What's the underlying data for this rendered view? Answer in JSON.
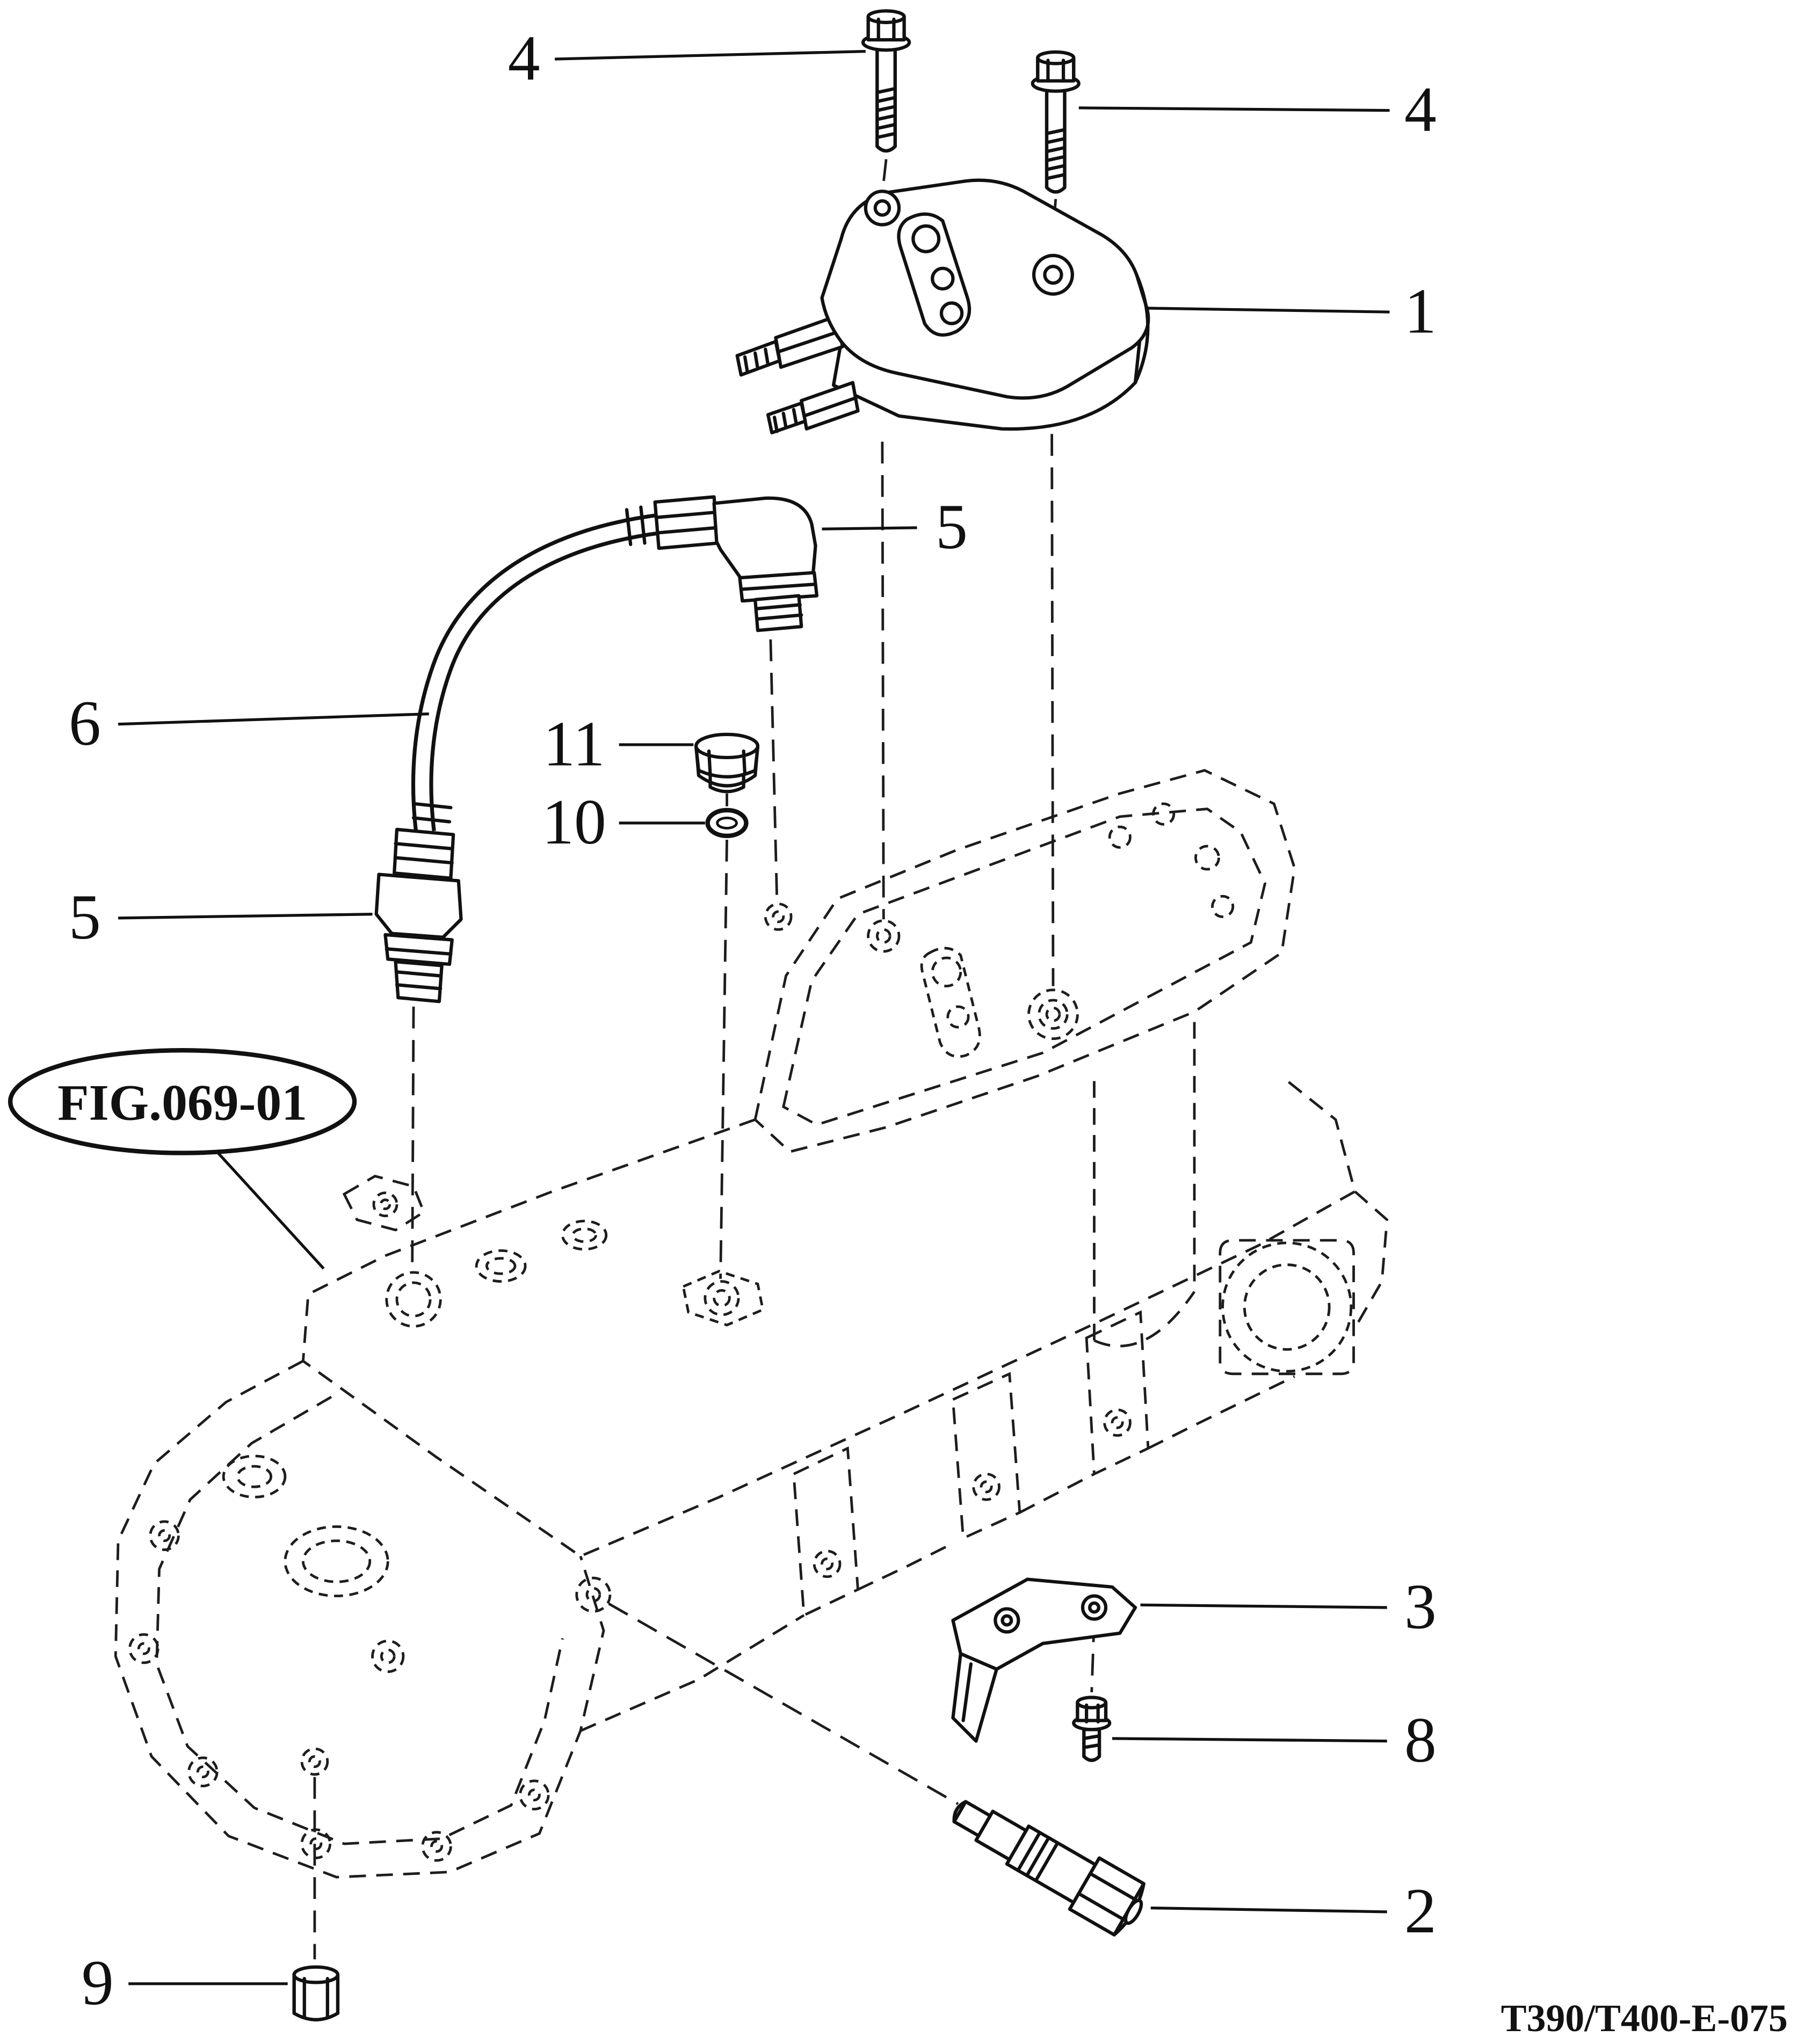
{
  "figure": {
    "ref": "FIG.069-01",
    "drawing_code": "T390/T400-E-075"
  },
  "colors": {
    "line": "#1d1d1d",
    "background": "#ffffff"
  },
  "callouts": [
    {
      "label": "4"
    },
    {
      "label": "4"
    },
    {
      "label": "1"
    },
    {
      "label": "5"
    },
    {
      "label": "6"
    },
    {
      "label": "11"
    },
    {
      "label": "10"
    },
    {
      "label": "5"
    },
    {
      "label": "3"
    },
    {
      "label": "8"
    },
    {
      "label": "2"
    },
    {
      "label": "9"
    }
  ]
}
